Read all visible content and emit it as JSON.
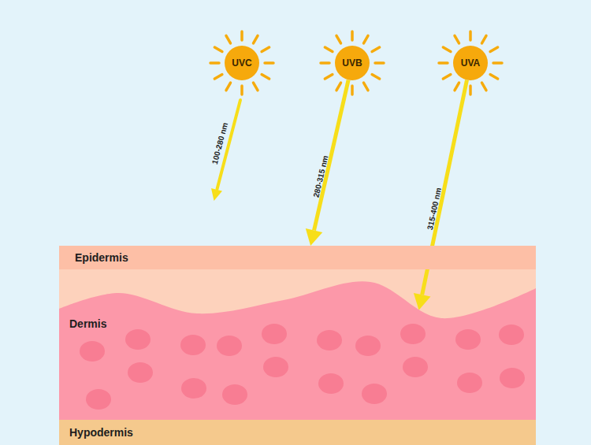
{
  "diagram": {
    "nodes": [
      {
        "text": [
          "UVC"
        ]
      },
      {
        "text": [
          "UVB"
        ]
      },
      {
        "text": [
          "UVA"
        ]
      },
      {
        "text": [
          "Epidermis"
        ]
      },
      {
        "text": [
          "Dermis"
        ]
      },
      {
        "text": [
          "Hypodermis"
        ]
      }
    ],
    "edges": [
      {
        "from": 1,
        "to": 3,
        "label": "280-315 nm",
        "arrow": "to"
      },
      {
        "from": 2,
        "to": 4,
        "label": "315-400 nm",
        "arrow": "to"
      }
    ],
    "labels": [
      "100-280 nm"
    ]
  }
}
